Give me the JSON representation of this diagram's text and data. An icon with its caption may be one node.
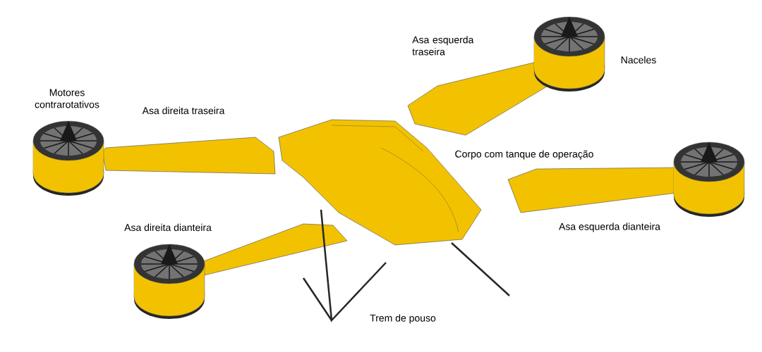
{
  "diagram": {
    "labels": [
      "Asa esquerda traseira",
      "Naceles",
      "Motores contrarotativos",
      "Asa direita traseira",
      "Corpo com tanque de operação",
      "Asa direita dianteira",
      "Asa esquerda dianteira",
      "Trem de pouso"
    ]
  }
}
